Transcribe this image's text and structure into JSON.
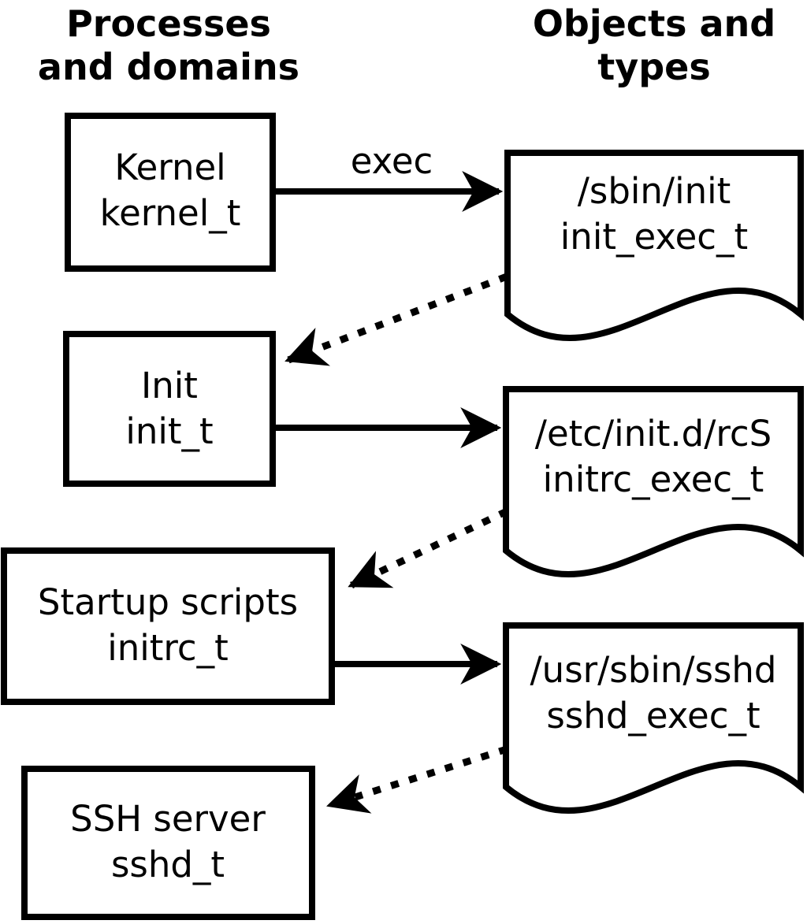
{
  "headings": {
    "left_line1": "Processes",
    "left_line2": "and domains",
    "right_line1": "Objects and",
    "right_line2": "types"
  },
  "processes": [
    {
      "name": "Kernel",
      "domain": "kernel_t"
    },
    {
      "name": "Init",
      "domain": "init_t"
    },
    {
      "name": "Startup scripts",
      "domain": "initrc_t"
    },
    {
      "name": "SSH server",
      "domain": "sshd_t"
    }
  ],
  "objects": [
    {
      "path": "/sbin/init",
      "type": "init_exec_t"
    },
    {
      "path": "/etc/init.d/rcS",
      "type": "initrc_exec_t"
    },
    {
      "path": "/usr/sbin/sshd",
      "type": "sshd_exec_t"
    }
  ],
  "edges": [
    {
      "from": "kernel_t",
      "to": "init_exec_t",
      "style": "solid",
      "label": "exec"
    },
    {
      "from": "init_exec_t",
      "to": "init_t",
      "style": "dotted",
      "label": ""
    },
    {
      "from": "init_t",
      "to": "initrc_exec_t",
      "style": "solid",
      "label": ""
    },
    {
      "from": "initrc_exec_t",
      "to": "initrc_t",
      "style": "dotted",
      "label": ""
    },
    {
      "from": "initrc_t",
      "to": "sshd_exec_t",
      "style": "solid",
      "label": ""
    },
    {
      "from": "sshd_exec_t",
      "to": "sshd_t",
      "style": "dotted",
      "label": ""
    }
  ],
  "colors": {
    "ink": "#000000",
    "background": "#ffffff"
  }
}
